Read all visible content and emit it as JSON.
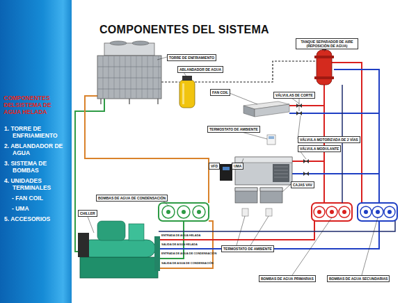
{
  "diagram": {
    "title": "COMPONENTES DEL SISTEMA",
    "nodes": [
      {
        "text": [
          "COMPONENTES DELSISTEMA DE AGUA HELADA",
          "1. TORRE DE ENFRIAMIENTO",
          "2. ABLANDADOR DE AGUA",
          "3. SISTEMA DE BOMBAS",
          "4. UNIDADES TERMINALES",
          "- FAN COIL",
          "- UMA",
          "5. ACCESORIOS"
        ]
      },
      {
        "text": [
          "TANQUE SEPARADOR DE AIRE (REPOSICIÓN DE AGUA)"
        ]
      },
      {
        "text": [
          "TORRE DE ENFRIAMIENTO"
        ]
      },
      {
        "text": [
          "ABLANDADOR DE AGUA"
        ]
      },
      {
        "text": [
          "FAN COIL"
        ]
      },
      {
        "text": [
          "VÁLVULAS DE CORTE"
        ]
      },
      {
        "text": [
          "TERMOSTATO DE AMBIENTE"
        ]
      },
      {
        "text": [
          "VÁLVULA MOTORIZADA DE 2 VÍAS"
        ]
      },
      {
        "text": [
          "VÁLVULA MODULANTE"
        ]
      },
      {
        "text": [
          "VFD"
        ]
      },
      {
        "text": [
          "UMA"
        ]
      },
      {
        "text": [
          "CAJAS VAV"
        ]
      },
      {
        "text": [
          "BOMBAS DE AGUA DE CONDENSACIÓN"
        ]
      },
      {
        "text": [
          "CHILLER"
        ]
      },
      {
        "text": [
          "TERMOSTATO DE AMBIENTE"
        ]
      },
      {
        "text": [
          "BOMBAS DE AGUA PRIMARIAS"
        ]
      },
      {
        "text": [
          "BOMBAS DE AGUA SECUNDARIAS"
        ]
      }
    ],
    "labels": [
      "ENTRADA DE AGUA HELADA",
      "SALIDA DE AGUA HELADA",
      "ENTRADA DE AGUA DE CONDENSACIÓN",
      "SALIDA DE AGUA DE CONDENSACIÓN"
    ]
  }
}
